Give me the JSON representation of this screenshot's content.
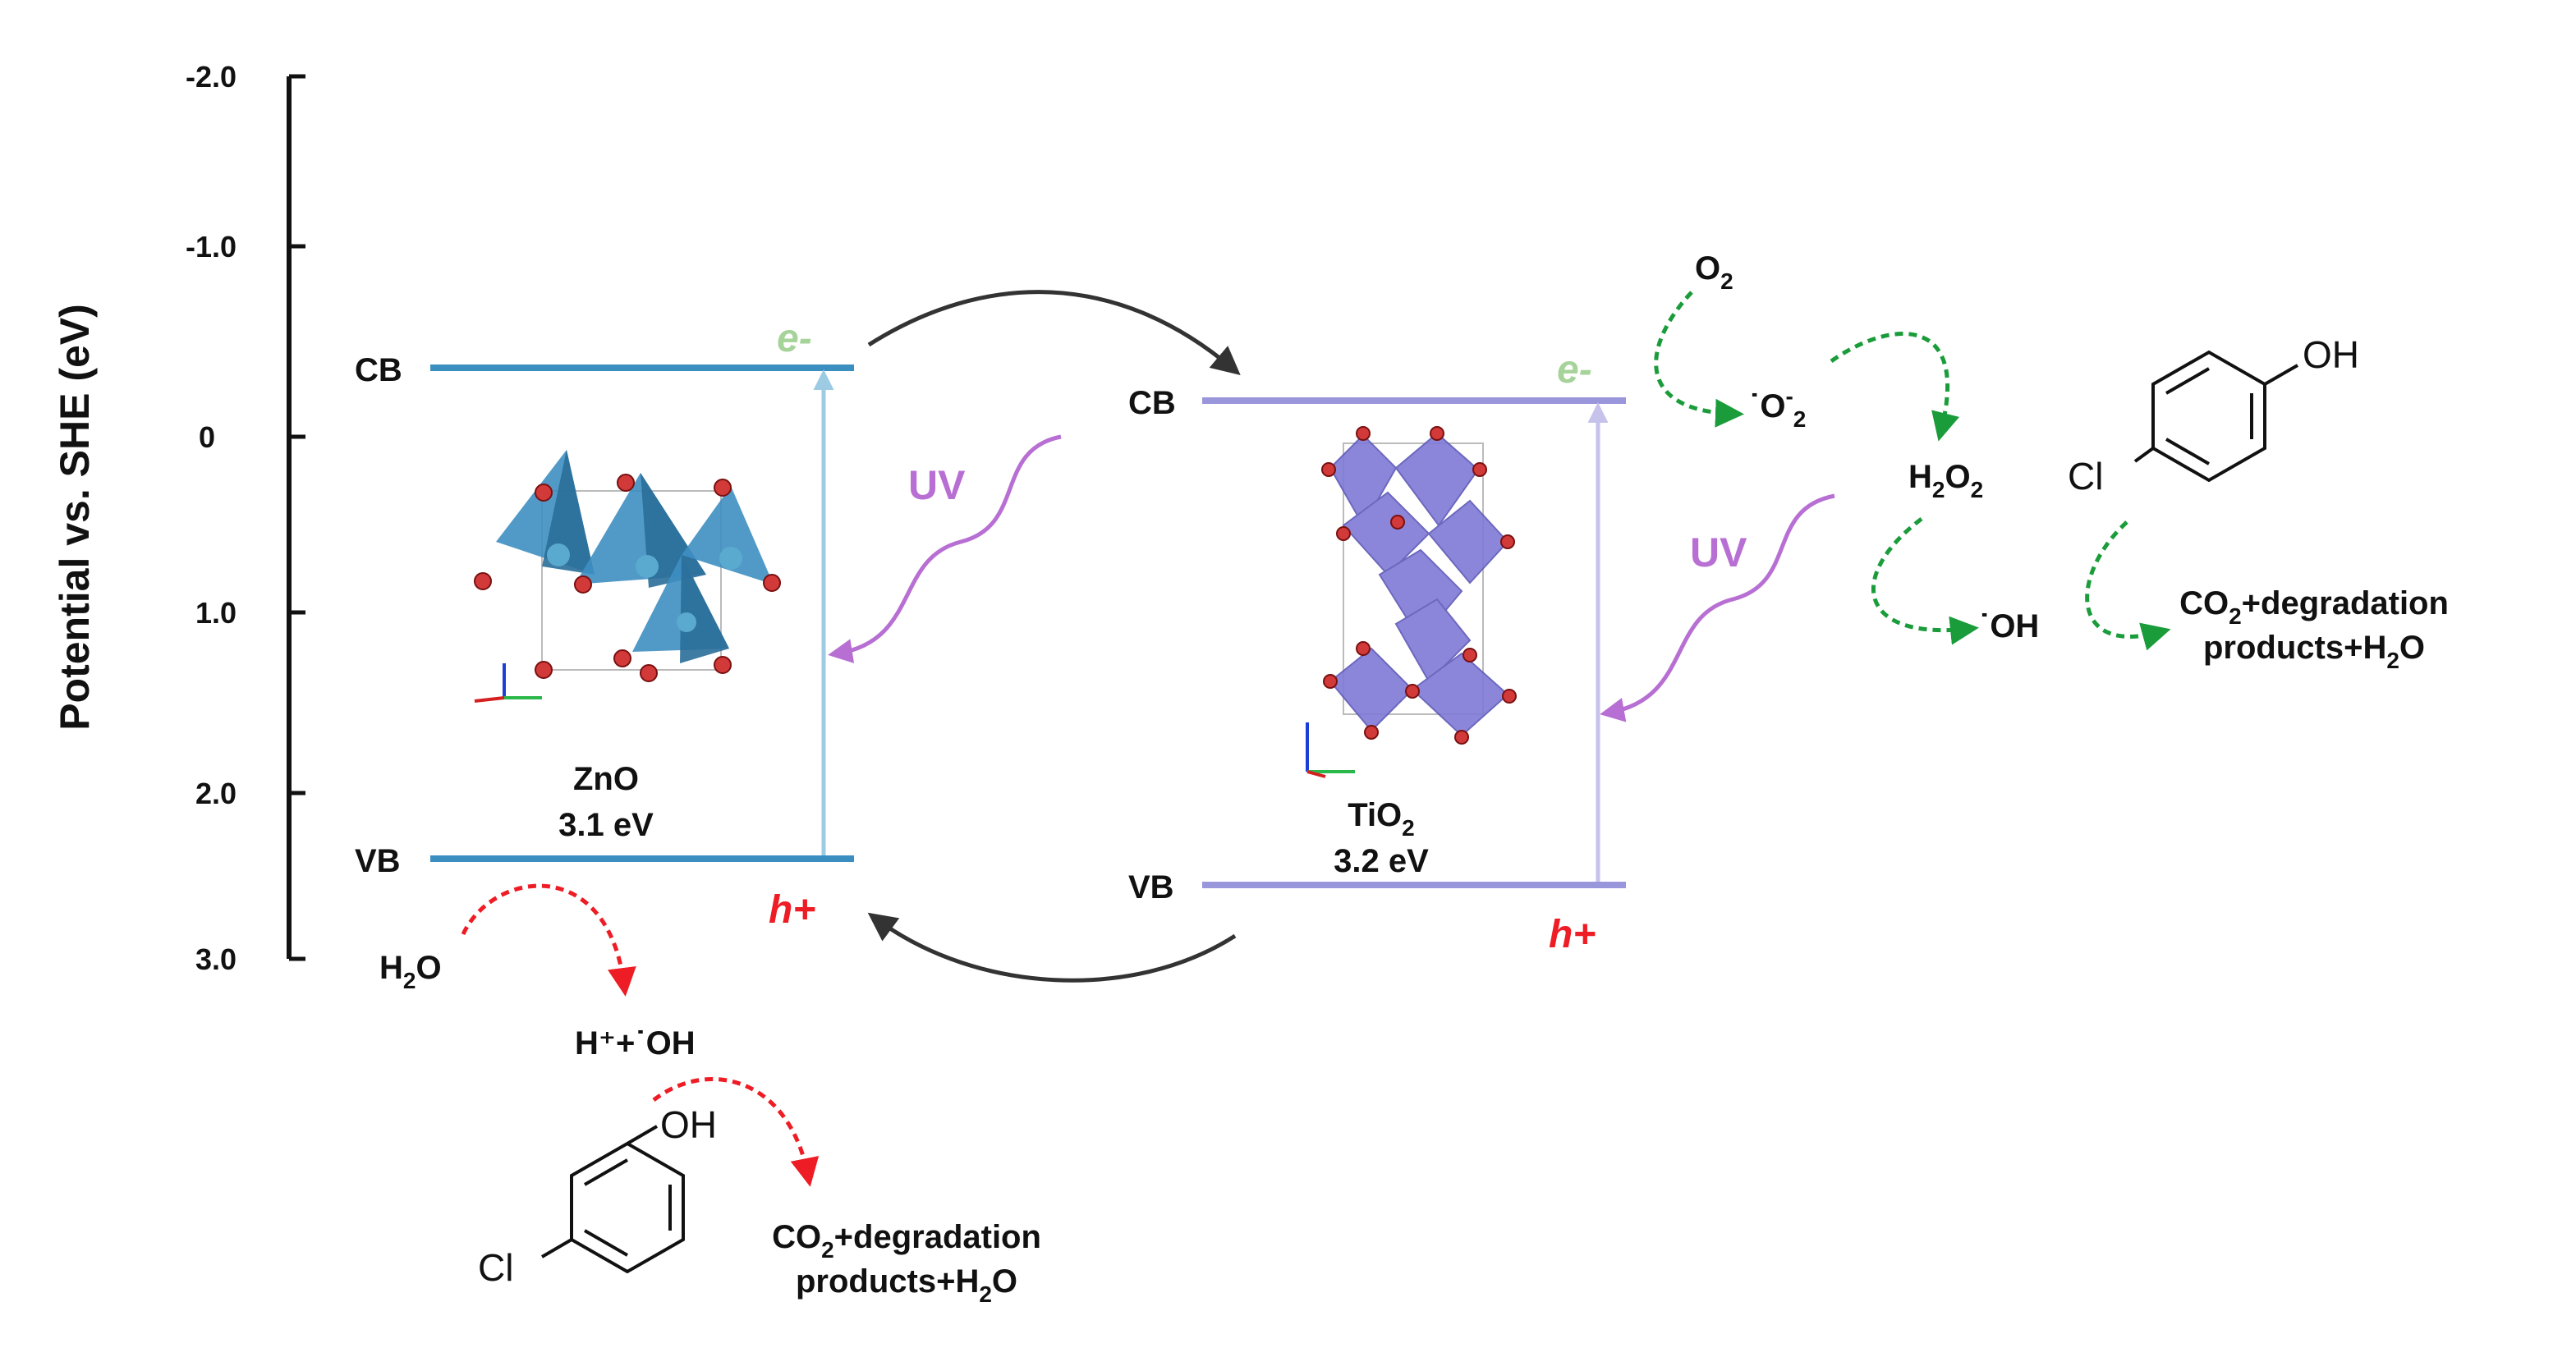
{
  "axis": {
    "title": "Potential vs. SHE (eV)",
    "ticks": [
      "-2.0",
      "-1.0",
      "0",
      "1.0",
      "2.0",
      "3.0"
    ]
  },
  "zno": {
    "cb_label": "CB",
    "vb_label": "VB",
    "electron": "e-",
    "hole": "h+",
    "uv": "UV",
    "name": "ZnO",
    "gap": "3.1 eV",
    "water": {
      "base": "H",
      "sub": "2",
      "tail": "O"
    },
    "radical_product": "H⁺+˙OH",
    "molecule": {
      "oh": "OH",
      "cl": "Cl"
    },
    "products": {
      "line1_a": "CO",
      "line1_sub": "2",
      "line1_b": "+degradation",
      "line2_a": "products+H",
      "line2_sub": "2",
      "line2_b": "O"
    }
  },
  "tio2": {
    "cb_label": "CB",
    "vb_label": "VB",
    "electron": "e-",
    "hole": "h+",
    "uv": "UV",
    "name": {
      "base": "TiO",
      "sub": "2"
    },
    "gap": "3.2 eV",
    "oxygen": {
      "base": "O",
      "sub": "2"
    },
    "superoxide": {
      "pre": "˙",
      "base": "O",
      "sup": "-",
      "sub": "2"
    },
    "peroxide": {
      "a": "H",
      "sub1": "2",
      "b": "O",
      "sub2": "2"
    },
    "hydroxyl": "˙OH",
    "molecule": {
      "oh": "OH",
      "cl": "Cl"
    },
    "products": {
      "line1_a": "CO",
      "line1_sub": "2",
      "line1_b": "+degradation",
      "line2_a": "products+H",
      "line2_sub": "2",
      "line2_b": "O"
    }
  },
  "colors": {
    "zno_band": "#3a8fc0",
    "zno_arrow": "#9ccbe3",
    "tio2_band": "#9a96dc",
    "tio2_arrow": "#c5c2ec",
    "electron": "#a6d39a",
    "hole": "#ee1c24",
    "uv": "#b86fd3",
    "red_path": "#ee1c24",
    "green_path": "#1a9c3a",
    "transfer": "#333333"
  },
  "icons": [
    "zno-crystal-structure-icon",
    "tio2-crystal-structure-icon",
    "4-chlorophenol-icon"
  ]
}
